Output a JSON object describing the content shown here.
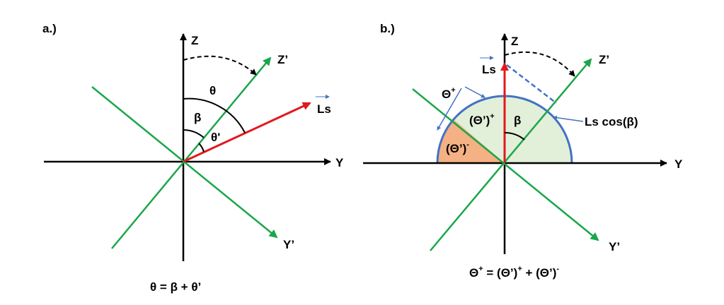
{
  "panel_a": {
    "label": "a.)",
    "axes": {
      "z": "Z",
      "y": "Y",
      "z_prime": "Z’",
      "y_prime": "Y’"
    },
    "vector": "Ls",
    "angles": {
      "theta": "θ",
      "beta": "β",
      "theta_prime": "θ'"
    },
    "equation": "θ = β + θ’"
  },
  "panel_b": {
    "label": "b.)",
    "axes": {
      "z": "Z",
      "y": "Y",
      "z_prime": "Z’",
      "y_prime": "Y’"
    },
    "vector": "Ls",
    "projection": "Ls cos(β)",
    "angles": {
      "beta": "β"
    },
    "regions": {
      "big_theta": "Θ",
      "big_theta_sup": "+",
      "theta_prime_plus": "(Θ’)",
      "theta_prime_plus_sup": "+",
      "theta_prime_minus": "(Θ’)",
      "theta_prime_minus_sup": "-"
    },
    "equation": {
      "lhs": "Θ",
      "lhs_sup": "+",
      "eq": " = (Θ’)",
      "mid_sup": "+",
      "plus": " + (Θ’)",
      "end_sup": "-"
    }
  },
  "colors": {
    "axis": "#000000",
    "rotated_axes": "#1aa64a",
    "vector": "#e0191e",
    "arc_blue": "#4472c4",
    "region_plus": "#e2efd9",
    "region_minus": "#f4b183"
  }
}
